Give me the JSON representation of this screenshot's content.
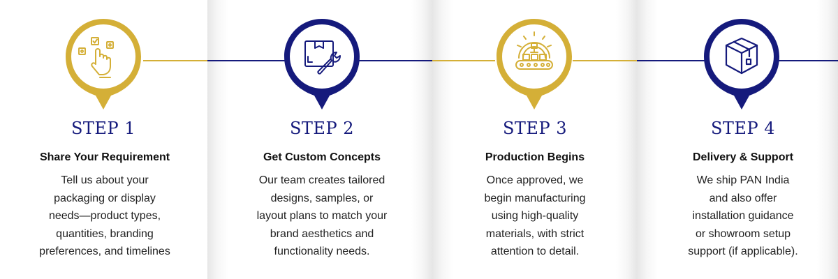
{
  "colors": {
    "gold": "#d4af37",
    "navy": "#151a7c"
  },
  "steps": [
    {
      "title": "STEP 1",
      "heading": "Share Your Requirement",
      "lines": [
        "Tell us about your",
        "packaging or display",
        "needs—product types,",
        "quantities, branding",
        "preferences, and timelines"
      ],
      "icon": "hand-select-icon",
      "color": "gold"
    },
    {
      "title": "STEP 2",
      "heading": "Get Custom Concepts",
      "lines": [
        "Our team creates tailored",
        "designs, samples, or",
        "layout plans to match your",
        "brand aesthetics and",
        "functionality needs."
      ],
      "icon": "box-wrench-icon",
      "color": "navy"
    },
    {
      "title": "STEP 3",
      "heading": "Production Begins",
      "lines": [
        "Once approved, we",
        "begin manufacturing",
        "using high-quality",
        "materials, with strict",
        "attention to detail."
      ],
      "icon": "conveyor-gear-icon",
      "color": "gold"
    },
    {
      "title": "STEP 4",
      "heading": "Delivery & Support",
      "lines": [
        "We ship PAN India",
        "and also offer",
        "installation guidance",
        "or showroom setup",
        "support (if applicable)."
      ],
      "icon": "package-box-icon",
      "color": "navy"
    }
  ]
}
